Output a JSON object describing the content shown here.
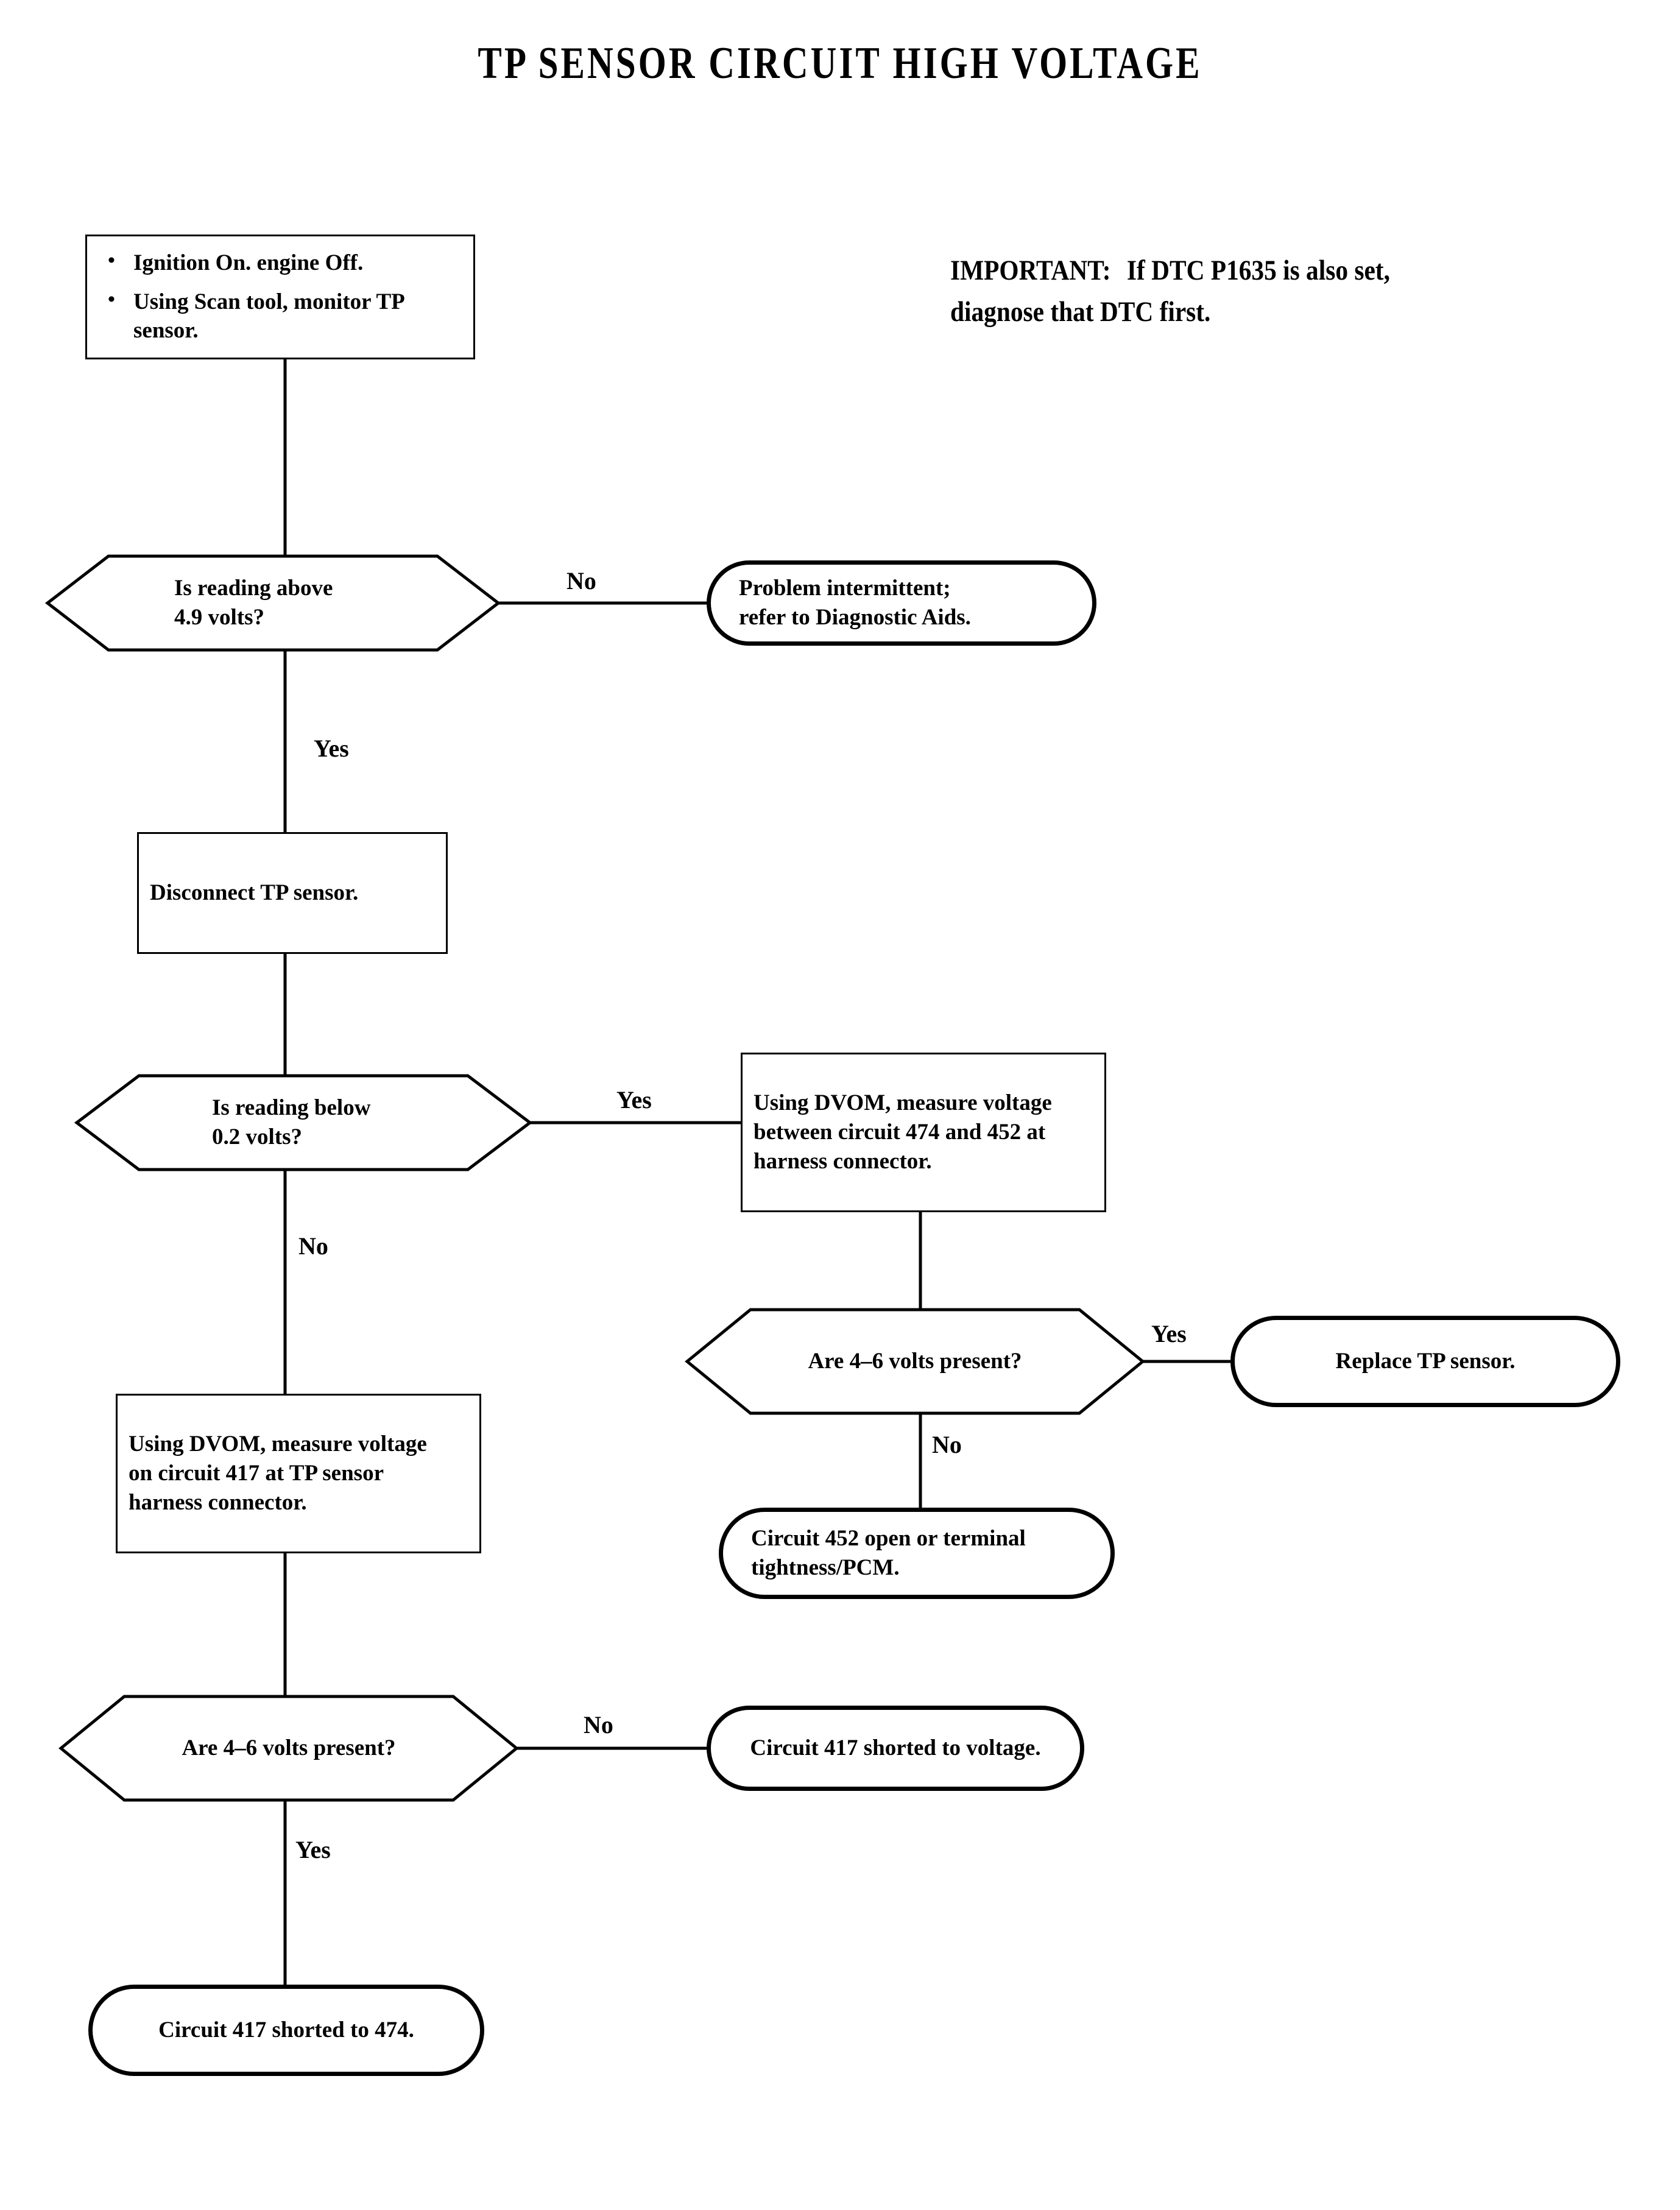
{
  "title": "TP SENSOR CIRCUIT HIGH VOLTAGE",
  "note": {
    "label": "IMPORTANT:",
    "text": "If DTC P1635 is also set, diagnose that DTC first."
  },
  "nodes": {
    "start": {
      "type": "process",
      "bullets": [
        "Ignition On. engine Off.",
        "Using Scan tool, monitor TP sensor."
      ]
    },
    "decision_above_49": {
      "type": "decision",
      "line1": "Is reading above",
      "line2": "4.9 volts?"
    },
    "problem_intermittent": {
      "type": "terminal",
      "line1": "Problem intermittent;",
      "line2": "refer to Diagnostic Aids."
    },
    "disconnect_tp": {
      "type": "process",
      "text": "Disconnect TP sensor."
    },
    "decision_below_02": {
      "type": "decision",
      "line1": "Is reading below",
      "line2": "0.2 volts?"
    },
    "dvom_474_452": {
      "type": "process",
      "line1": "Using DVOM, measure voltage",
      "line2": "between circuit 474 and 452 at",
      "line3": "harness connector."
    },
    "decision_volts_right": {
      "type": "decision",
      "text": "Are 4–6 volts present?"
    },
    "replace_tp_sensor": {
      "type": "terminal",
      "text": "Replace TP sensor."
    },
    "circuit_452_open": {
      "type": "terminal",
      "line1": "Circuit 452 open or terminal",
      "line2": "tightness/PCM."
    },
    "dvom_417": {
      "type": "process",
      "line1": "Using DVOM, measure voltage",
      "line2": "on circuit 417 at TP sensor",
      "line3": "harness connector."
    },
    "decision_volts_left": {
      "type": "decision",
      "text": "Are 4–6 volts present?"
    },
    "circuit_417_voltage": {
      "type": "terminal",
      "text": "Circuit 417 shorted to voltage."
    },
    "circuit_417_474": {
      "type": "terminal",
      "text": "Circuit 417 shorted to 474."
    }
  },
  "edge_labels": {
    "no_1": "No",
    "yes_1": "Yes",
    "yes_2": "Yes",
    "no_2": "No",
    "yes_3": "Yes",
    "no_3": "No",
    "no_4": "No",
    "yes_4": "Yes"
  },
  "colors": {
    "stroke": "#000000",
    "background": "#ffffff",
    "text": "#000000"
  }
}
